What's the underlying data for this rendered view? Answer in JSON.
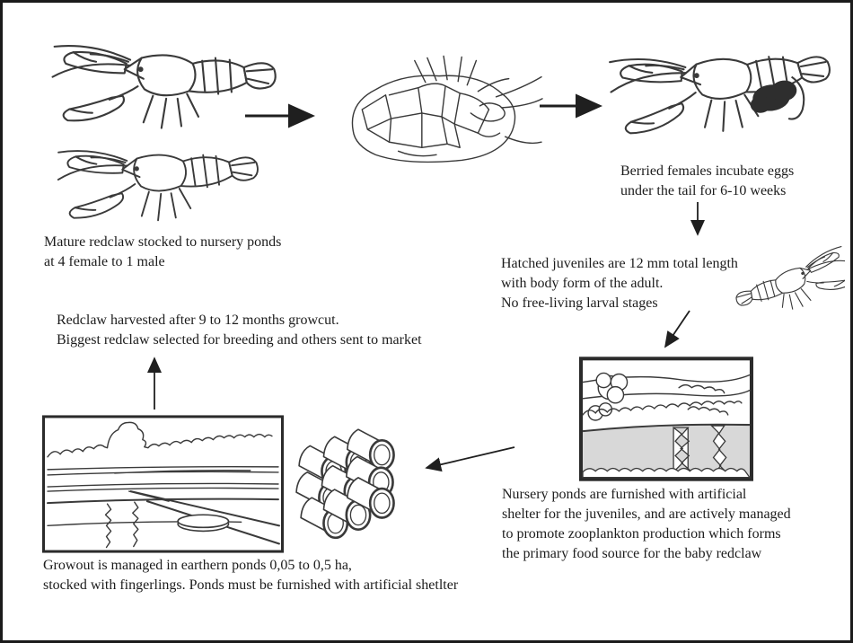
{
  "colors": {
    "background": "#ffffff",
    "frame": "#1b1b1b",
    "ink": "#3a3a3a",
    "egg_mass": "#2e2e2e",
    "pond_water": "#d8d8d8"
  },
  "captions": {
    "mature": "Mature redclaw stocked to nursery ponds\nat 4 female to 1 male",
    "berried": "Berried females incubate eggs\nunder the tail for 6-10 weeks",
    "juveniles": "Hatched juveniles are 12 mm total length\nwith body form of the adult.\nNo free-living larval stages",
    "harvest": "Redclaw harvested after 9 to 12 months growcut.\nBiggest redclaw selected for breeding and others sent to market",
    "nursery": "Nursery ponds are furnished with artificial\nshelter for the juveniles, and are actively managed\nto promote zooplankton production which forms\nthe primary food source for the baby redclaw",
    "growout": "Growout is managed in earthern ponds 0,05 to 0,5 ha,\nstocked with fingerlings. Ponds must be furnished with artificial shetlter"
  }
}
